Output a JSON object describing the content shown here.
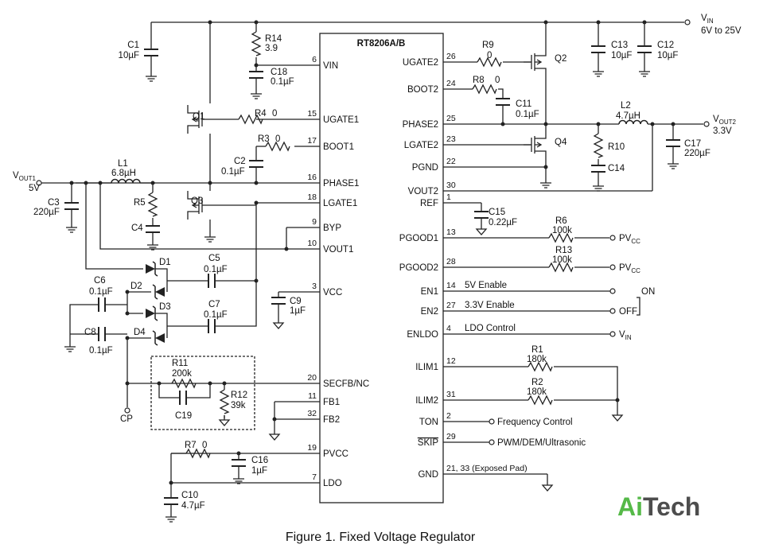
{
  "ic": {
    "name": "RT8206A/B",
    "left_pins": [
      {
        "name": "VIN",
        "num": "6"
      },
      {
        "name": "UGATE1",
        "num": "15"
      },
      {
        "name": "BOOT1",
        "num": "17"
      },
      {
        "name": "PHASE1",
        "num": "16"
      },
      {
        "name": "LGATE1",
        "num": "18"
      },
      {
        "name": "BYP",
        "num": "9"
      },
      {
        "name": "VOUT1",
        "num": "10"
      },
      {
        "name": "VCC",
        "num": "3"
      },
      {
        "name": "SECFB/NC",
        "num": "20"
      },
      {
        "name": "FB1",
        "num": "11"
      },
      {
        "name": "FB2",
        "num": "32"
      },
      {
        "name": "PVCC",
        "num": "19"
      },
      {
        "name": "LDO",
        "num": "7"
      }
    ],
    "right_pins": [
      {
        "name": "UGATE2",
        "num": "26"
      },
      {
        "name": "BOOT2",
        "num": "24"
      },
      {
        "name": "PHASE2",
        "num": "25"
      },
      {
        "name": "LGATE2",
        "num": "23"
      },
      {
        "name": "PGND",
        "num": "22"
      },
      {
        "name": "VOUT2",
        "num": "30"
      },
      {
        "name": "REF",
        "num": "1"
      },
      {
        "name": "PGOOD1",
        "num": "13"
      },
      {
        "name": "PGOOD2",
        "num": "28"
      },
      {
        "name": "EN1",
        "num": "14"
      },
      {
        "name": "EN2",
        "num": "27"
      },
      {
        "name": "ENLDO",
        "num": "4"
      },
      {
        "name": "ILIM1",
        "num": "12"
      },
      {
        "name": "ILIM2",
        "num": "31"
      },
      {
        "name": "TON",
        "num": "2"
      },
      {
        "name": "SKIP",
        "num": "29"
      },
      {
        "name": "GND",
        "num": "21, 33 (Exposed Pad)"
      }
    ]
  },
  "components": {
    "C1": {
      "ref": "C1",
      "value": "10µF"
    },
    "R14": {
      "ref": "R14",
      "value": "3.9"
    },
    "C18": {
      "ref": "C18",
      "value": "0.1µF"
    },
    "Q1": {
      "ref": "Q1"
    },
    "R4": {
      "ref": "R4",
      "value": "0"
    },
    "R3": {
      "ref": "R3",
      "value": "0"
    },
    "C2": {
      "ref": "C2",
      "value": "0.1µF"
    },
    "L1": {
      "ref": "L1",
      "value": "6.8µH"
    },
    "C3": {
      "ref": "C3",
      "value": "220µF"
    },
    "R5": {
      "ref": "R5"
    },
    "C4": {
      "ref": "C4"
    },
    "Q3": {
      "ref": "Q3"
    },
    "D1": {
      "ref": "D1"
    },
    "D2": {
      "ref": "D2"
    },
    "D3": {
      "ref": "D3"
    },
    "D4": {
      "ref": "D4"
    },
    "C5": {
      "ref": "C5",
      "value": "0.1µF"
    },
    "C6": {
      "ref": "C6",
      "value": "0.1µF"
    },
    "C7": {
      "ref": "C7",
      "value": "0.1µF"
    },
    "C8": {
      "ref": "C8",
      "value": "0.1µF"
    },
    "C9": {
      "ref": "C9",
      "value": "1µF"
    },
    "R11": {
      "ref": "R11",
      "value": "200k"
    },
    "R12": {
      "ref": "R12",
      "value": "39k"
    },
    "C19": {
      "ref": "C19"
    },
    "R7": {
      "ref": "R7",
      "value": "0"
    },
    "C16": {
      "ref": "C16",
      "value": "1µF"
    },
    "C10": {
      "ref": "C10",
      "value": "4.7µF"
    },
    "R9": {
      "ref": "R9",
      "value": "0"
    },
    "Q2": {
      "ref": "Q2"
    },
    "R8": {
      "ref": "R8",
      "value": "0"
    },
    "C11": {
      "ref": "C11",
      "value": "0.1µF"
    },
    "C13": {
      "ref": "C13",
      "value": "10µF"
    },
    "C12": {
      "ref": "C12",
      "value": "10µF"
    },
    "L2": {
      "ref": "L2",
      "value": "4.7µH"
    },
    "R10": {
      "ref": "R10"
    },
    "C14": {
      "ref": "C14"
    },
    "C17": {
      "ref": "C17",
      "value": "220µF"
    },
    "Q4": {
      "ref": "Q4"
    },
    "C15": {
      "ref": "C15",
      "value": "0.22µF"
    },
    "R6": {
      "ref": "R6",
      "value": "100k"
    },
    "R13": {
      "ref": "R13",
      "value": "100k"
    },
    "R1": {
      "ref": "R1",
      "value": "180k"
    },
    "R2": {
      "ref": "R2",
      "value": "180k"
    }
  },
  "nets": {
    "vin": {
      "main": "V",
      "sub": "IN",
      "range": "6V to 25V"
    },
    "vout1": {
      "main": "V",
      "sub": "OUT1",
      "value": "5V"
    },
    "vout2": {
      "main": "V",
      "sub": "OUT2",
      "value": "3.3V"
    },
    "pvcc1": {
      "main": "PV",
      "sub": "CC"
    },
    "pvcc2": {
      "main": "PV",
      "sub": "CC"
    },
    "enldo_vin": {
      "main": "V",
      "sub": "IN"
    },
    "cp": "CP",
    "on": "ON",
    "off": "OFF"
  },
  "signals": {
    "en1": "5V Enable",
    "en2": "3.3V Enable",
    "enldo": "LDO Control",
    "ton": "Frequency Control",
    "skip": "PWM/DEM/Ultrasonic"
  },
  "caption": "Figure 1. Fixed Voltage Regulator",
  "watermark": "AiTech"
}
